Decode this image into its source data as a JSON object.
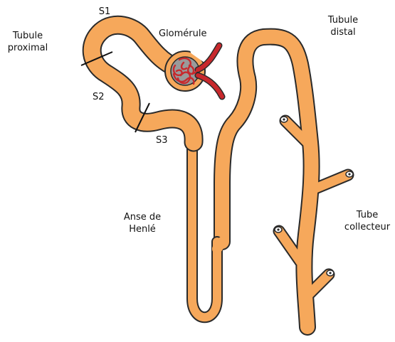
{
  "labels": {
    "s1": "S1",
    "proximal_line1": "Tubule",
    "proximal_line2": "proximal",
    "glomerule": "Glomérule",
    "distal_line1": "Tubule",
    "distal_line2": "distal",
    "s2": "S2",
    "s3": "S3",
    "henle_line1": "Anse de",
    "henle_line2": "Henlé",
    "collecteur_line1": "Tube",
    "collecteur_line2": "collecteur"
  },
  "colors": {
    "tubule_fill": "#f6a85b",
    "tubule_edge": "#2a2a2a",
    "capillary": "#c8282c",
    "capsule_inner": "#9a9a9a",
    "label_text": "#111111"
  }
}
